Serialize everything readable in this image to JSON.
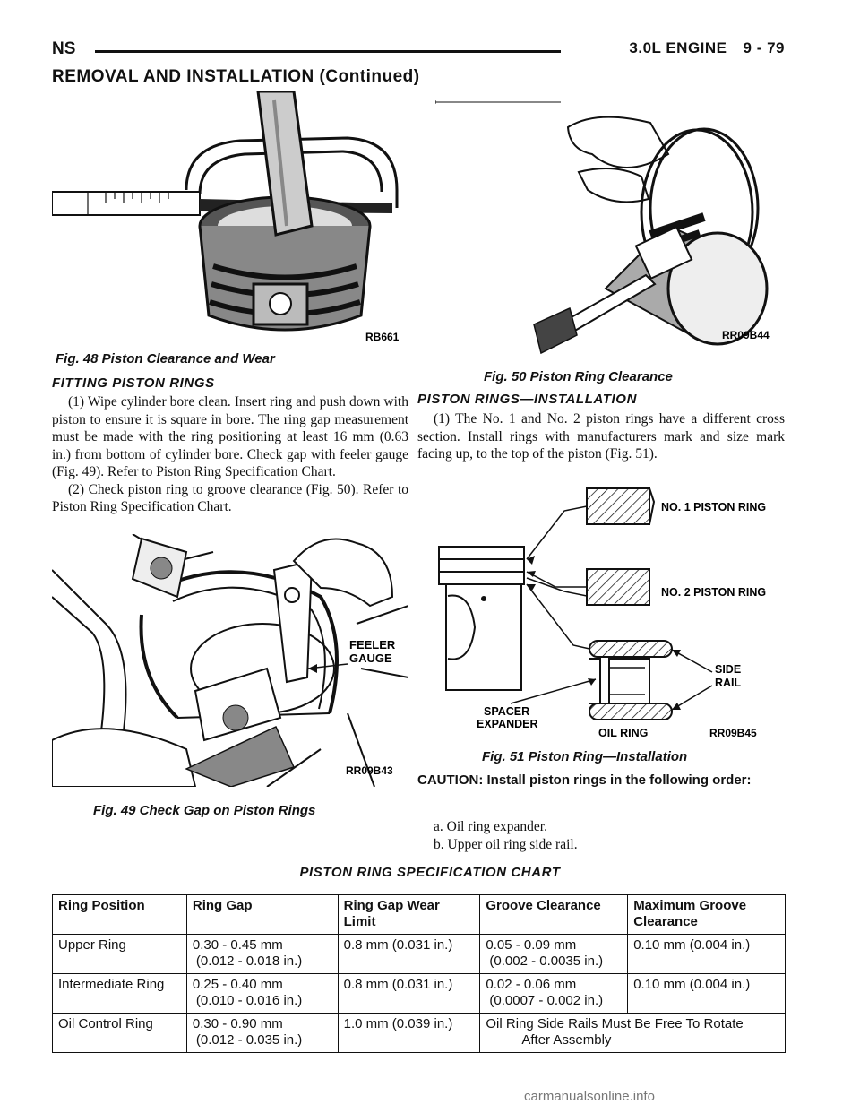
{
  "header": {
    "left": "NS",
    "section": "3.0L ENGINE",
    "page": "9 - 79"
  },
  "section_title": "REMOVAL AND INSTALLATION (Continued)",
  "figures": {
    "fig48": {
      "caption": "Fig. 48 Piston Clearance and Wear",
      "code": "RB661"
    },
    "fig49": {
      "caption": "Fig. 49 Check Gap on Piston Rings",
      "code": "RR09B43",
      "label_feeler": "FEELER",
      "label_gauge": "GAUGE"
    },
    "fig50": {
      "caption": "Fig. 50 Piston Ring Clearance",
      "code": "RR09B44"
    },
    "fig51": {
      "caption": "Fig. 51 Piston Ring—Installation",
      "code": "RR09B45",
      "label_no1": "NO. 1 PISTON RING",
      "label_no2": "NO. 2 PISTON RING",
      "label_side": "SIDE",
      "label_rail": "RAIL",
      "label_spacer": "SPACER",
      "label_expander": "EXPANDER",
      "label_oil": "OIL RING"
    }
  },
  "fitting": {
    "heading": "FITTING PISTON RINGS",
    "p1": "(1) Wipe cylinder bore clean. Insert ring and push down with piston to ensure it is square in bore. The ring gap measurement must be made with the ring positioning at least 16 mm (0.63 in.) from bottom of cylinder bore. Check gap with feeler gauge (Fig. 49). Refer to Piston Ring Specification Chart.",
    "p2": "(2) Check piston ring to groove clearance (Fig. 50). Refer to Piston Ring Specification Chart."
  },
  "install": {
    "heading": "PISTON RINGS—INSTALLATION",
    "p1": "(1) The No. 1 and No. 2 piston rings have a different cross section. Install rings with manufacturers mark and size mark facing up, to the top of the piston (Fig. 51).",
    "caution": "CAUTION: Install piston rings in the following order:",
    "step_a": "a. Oil ring expander.",
    "step_b": "b. Upper oil ring side rail."
  },
  "chart": {
    "title": "PISTON RING SPECIFICATION CHART",
    "headers": {
      "c1": "Ring Position",
      "c2": "Ring Gap",
      "c3a": "Ring Gap Wear",
      "c3b": "Limit",
      "c4": "Groove Clearance",
      "c5a": "Maximum Groove",
      "c5b": "Clearance"
    },
    "rows": [
      {
        "pos": "Upper Ring",
        "gap1": "0.30 - 0.45 mm",
        "gap2": "(0.012 - 0.018 in.)",
        "wear": "0.8 mm (0.031 in.)",
        "groove1": "0.05 - 0.09 mm",
        "groove2": "(0.002 - 0.0035 in.)",
        "max": "0.10 mm (0.004 in.)"
      },
      {
        "pos": "Intermediate Ring",
        "gap1": "0.25 - 0.40 mm",
        "gap2": "(0.010 - 0.016 in.)",
        "wear": "0.8 mm (0.031 in.)",
        "groove1": "0.02 - 0.06 mm",
        "groove2": "(0.0007 - 0.002 in.)",
        "max": "0.10 mm (0.004 in.)"
      },
      {
        "pos": "Oil Control Ring",
        "gap1": "0.30 - 0.90 mm",
        "gap2": "(0.012 - 0.035 in.)",
        "wear": "1.0 mm (0.039 in.)",
        "note1": "Oil Ring Side Rails Must Be Free To Rotate",
        "note2": "After Assembly"
      }
    ]
  },
  "watermark": "carmanualsonline.info"
}
